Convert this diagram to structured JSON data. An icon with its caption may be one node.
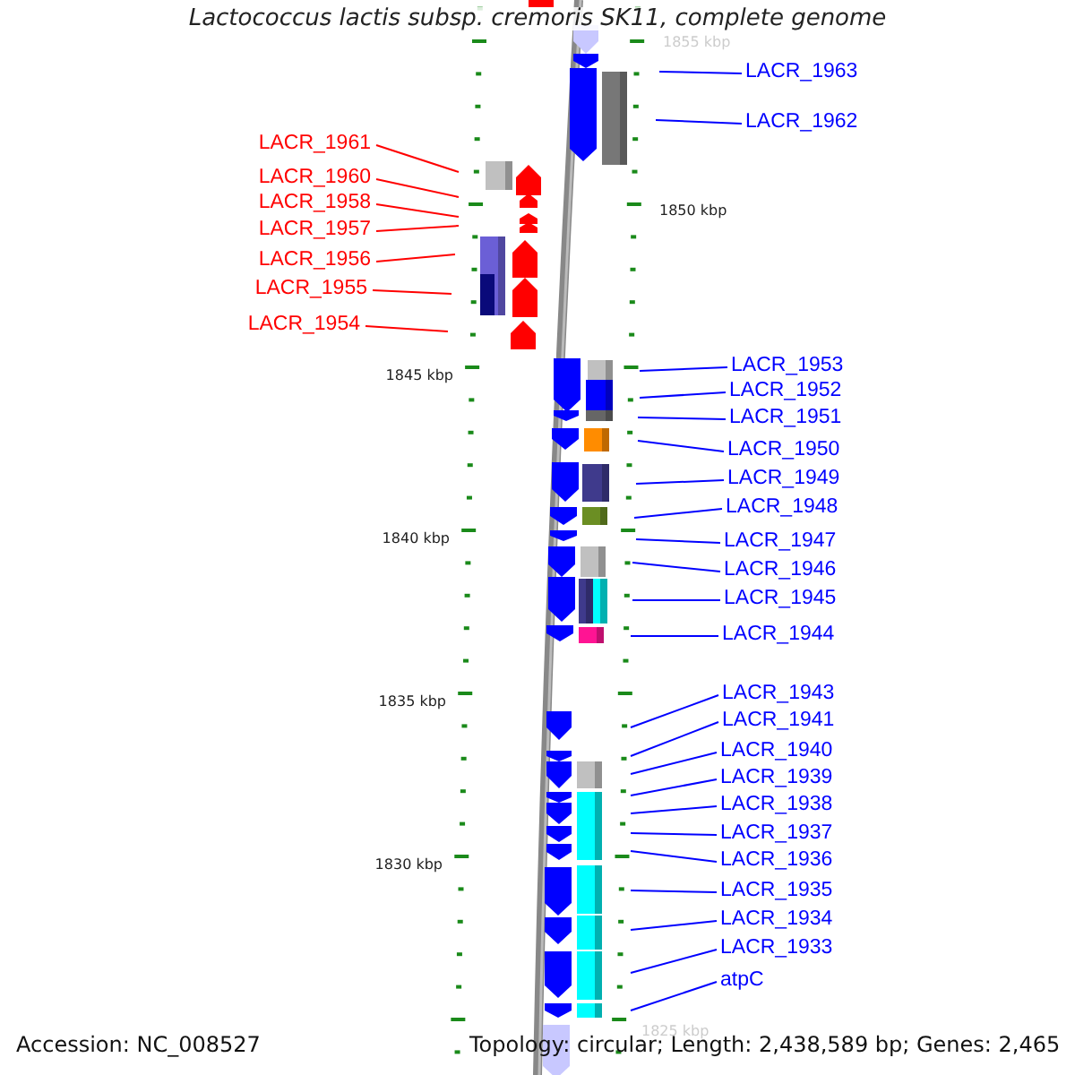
{
  "diagram": {
    "title": "Lactococcus lactis subsp. cremoris SK11, complete genome",
    "nodes": [
      {
        "text": [
          "LACR_1963"
        ]
      },
      {
        "text": [
          "LACR_1962"
        ]
      },
      {
        "text": [
          "LACR_1961"
        ]
      },
      {
        "text": [
          "LACR_1960"
        ]
      },
      {
        "text": [
          "LACR_1958"
        ]
      },
      {
        "text": [
          "LACR_1957"
        ]
      },
      {
        "text": [
          "LACR_1956"
        ]
      },
      {
        "text": [
          "LACR_1955"
        ]
      },
      {
        "text": [
          "LACR_1954"
        ]
      },
      {
        "text": [
          "LACR_1953"
        ]
      },
      {
        "text": [
          "LACR_1952"
        ]
      },
      {
        "text": [
          "LACR_1951"
        ]
      },
      {
        "text": [
          "LACR_1950"
        ]
      },
      {
        "text": [
          "LACR_1949"
        ]
      },
      {
        "text": [
          "LACR_1948"
        ]
      },
      {
        "text": [
          "LACR_1947"
        ]
      },
      {
        "text": [
          "LACR_1946"
        ]
      },
      {
        "text": [
          "LACR_1945"
        ]
      },
      {
        "text": [
          "LACR_1944"
        ]
      },
      {
        "text": [
          "LACR_1943"
        ]
      },
      {
        "text": [
          "LACR_1941"
        ]
      },
      {
        "text": [
          "LACR_1940"
        ]
      },
      {
        "text": [
          "LACR_1939"
        ]
      },
      {
        "text": [
          "LACR_1938"
        ]
      },
      {
        "text": [
          "LACR_1937"
        ]
      },
      {
        "text": [
          "LACR_1936"
        ]
      },
      {
        "text": [
          "LACR_1935"
        ]
      },
      {
        "text": [
          "LACR_1934"
        ]
      },
      {
        "text": [
          "LACR_1933"
        ]
      },
      {
        "text": [
          "atpC"
        ]
      }
    ],
    "edges": [
      {
        "from": 0,
        "to": null,
        "arrow": "none"
      },
      {
        "from": 1,
        "to": null,
        "arrow": "none"
      },
      {
        "from": 2,
        "to": null,
        "arrow": "none",
        "color": "#ff0000"
      },
      {
        "from": 3,
        "to": null,
        "arrow": "none",
        "color": "#ff0000"
      },
      {
        "from": 4,
        "to": null,
        "arrow": "none",
        "color": "#ff0000"
      },
      {
        "from": 5,
        "to": null,
        "arrow": "none",
        "color": "#ff0000"
      },
      {
        "from": 6,
        "to": null,
        "arrow": "none",
        "color": "#ff0000"
      },
      {
        "from": 7,
        "to": null,
        "arrow": "none",
        "color": "#ff0000"
      },
      {
        "from": 8,
        "to": null,
        "arrow": "none",
        "color": "#ff0000"
      },
      {
        "from": 9,
        "to": null,
        "arrow": "none"
      },
      {
        "from": 10,
        "to": null,
        "arrow": "none"
      },
      {
        "from": 11,
        "to": null,
        "arrow": "none"
      },
      {
        "from": 12,
        "to": null,
        "arrow": "none"
      },
      {
        "from": 13,
        "to": null,
        "arrow": "none"
      },
      {
        "from": 14,
        "to": null,
        "arrow": "none"
      },
      {
        "from": 15,
        "to": null,
        "arrow": "none"
      },
      {
        "from": 16,
        "to": null,
        "arrow": "none"
      },
      {
        "from": 17,
        "to": null,
        "arrow": "none"
      },
      {
        "from": 18,
        "to": null,
        "arrow": "none"
      },
      {
        "from": 19,
        "to": null,
        "arrow": "none"
      },
      {
        "from": 20,
        "to": null,
        "arrow": "none"
      },
      {
        "from": 21,
        "to": null,
        "arrow": "none"
      },
      {
        "from": 22,
        "to": null,
        "arrow": "none"
      },
      {
        "from": 23,
        "to": null,
        "arrow": "none"
      },
      {
        "from": 24,
        "to": null,
        "arrow": "none"
      },
      {
        "from": 25,
        "to": null,
        "arrow": "none"
      },
      {
        "from": 26,
        "to": null,
        "arrow": "none"
      },
      {
        "from": 27,
        "to": null,
        "arrow": "none"
      },
      {
        "from": 28,
        "to": null,
        "arrow": "none"
      },
      {
        "from": 29,
        "to": null,
        "arrow": "none"
      }
    ],
    "labels": [
      "1855 kbp",
      "1850 kbp",
      "1845 kbp",
      "1840 kbp",
      "1835 kbp",
      "1830 kbp",
      "1825 kbp",
      "Accession: NC_008527",
      "Topology: circular; Length: 2,438,589 bp; Genes: 2,465"
    ]
  }
}
